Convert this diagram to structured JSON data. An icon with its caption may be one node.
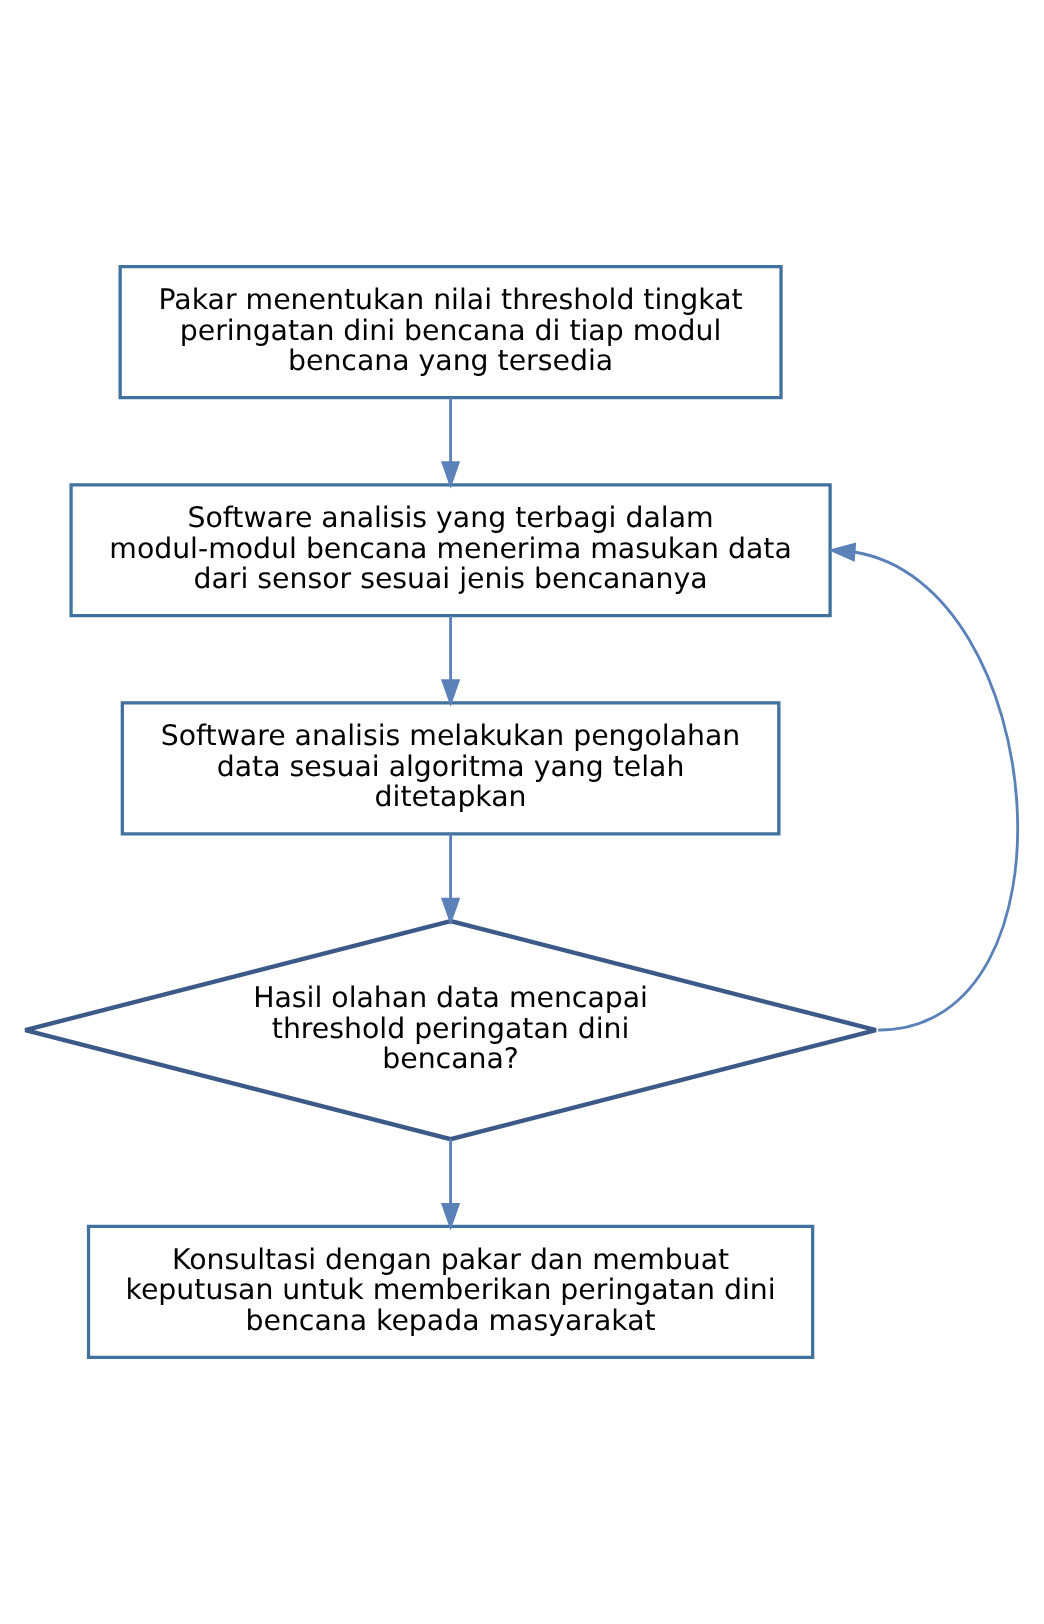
{
  "diagram": {
    "nodes": [
      {
        "text": [
          "Pakar menentukan nilai threshold tingkat peringatan dini bencana di tiap modul bencana yang tersedia"
        ]
      },
      {
        "text": [
          "Software analisis yang terbagi dalam modul-modul bencana menerima masukan data dari sensor sesuai jenis bencananya"
        ]
      },
      {
        "text": [
          "Software analisis melakukan pengolahan data sesuai algoritma yang telah ditetapkan"
        ]
      },
      {
        "text": [
          "Hasil olahan data mencapai threshold peringatan dini bencana?"
        ]
      },
      {
        "text": [
          "Konsultasi dengan pakar dan membuat keputusan untuk memberikan peringatan dini bencana kepada masyarakat"
        ]
      }
    ],
    "edges": [
      {
        "from": 0,
        "to": 1,
        "arrow": "to"
      },
      {
        "from": 1,
        "to": 2,
        "arrow": "to"
      },
      {
        "from": 2,
        "to": 3,
        "arrow": "to"
      },
      {
        "from": 3,
        "to": 4,
        "arrow": "to"
      },
      {
        "from": 3,
        "to": 1,
        "arrow": "to"
      }
    ]
  }
}
